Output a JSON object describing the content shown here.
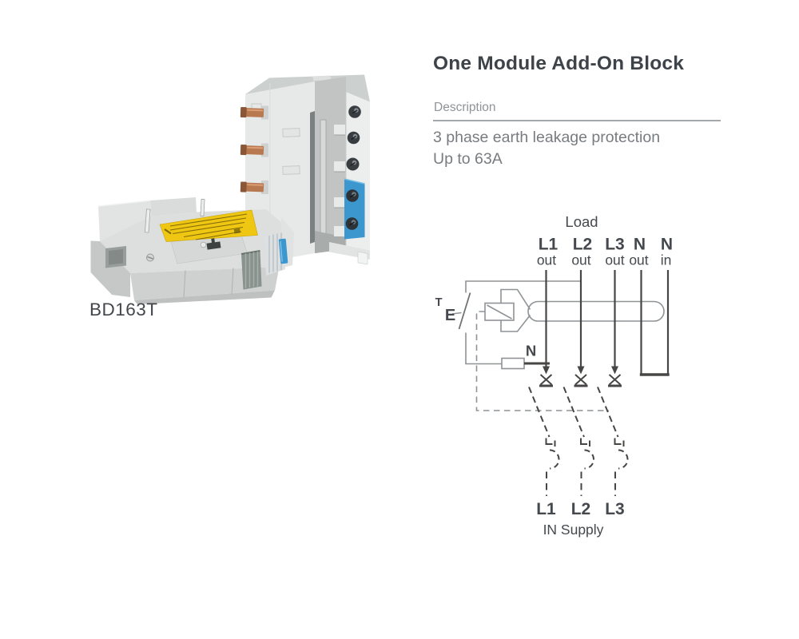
{
  "product": {
    "model": "BD163T"
  },
  "header": {
    "title": "One Module Add-On Block",
    "section_label": "Description",
    "description_lines": [
      "3 phase earth leakage protection",
      "Up to 63A"
    ]
  },
  "diagram": {
    "load_label": "Load",
    "top_terminals": [
      {
        "name": "L1",
        "sub": "out"
      },
      {
        "name": "L2",
        "sub": "out"
      },
      {
        "name": "L3",
        "sub": "out"
      },
      {
        "name": "N",
        "sub": "out"
      },
      {
        "name": "N",
        "sub": "in"
      }
    ],
    "test_button_label": "T",
    "earth_label": "E",
    "neutral_resistor_label": "N",
    "bottom_terminals": [
      "L1",
      "L2",
      "L3"
    ],
    "supply_label": "IN Supply",
    "colors": {
      "conductor": "#474645",
      "auxiliary": "#8f9396",
      "label_text": "#45494e"
    }
  },
  "photo": {
    "alt": "Two light-grey one-module add-on blocks: one lying flat with a yellow rating label, one standing upright with three copper stab pins and a blue terminal block with screws",
    "colors": {
      "body_grey": "#e7e9e8",
      "terminal_blue": "#3d97cf",
      "pin_copper": "#b87850",
      "label_yellow": "#efc713"
    }
  }
}
